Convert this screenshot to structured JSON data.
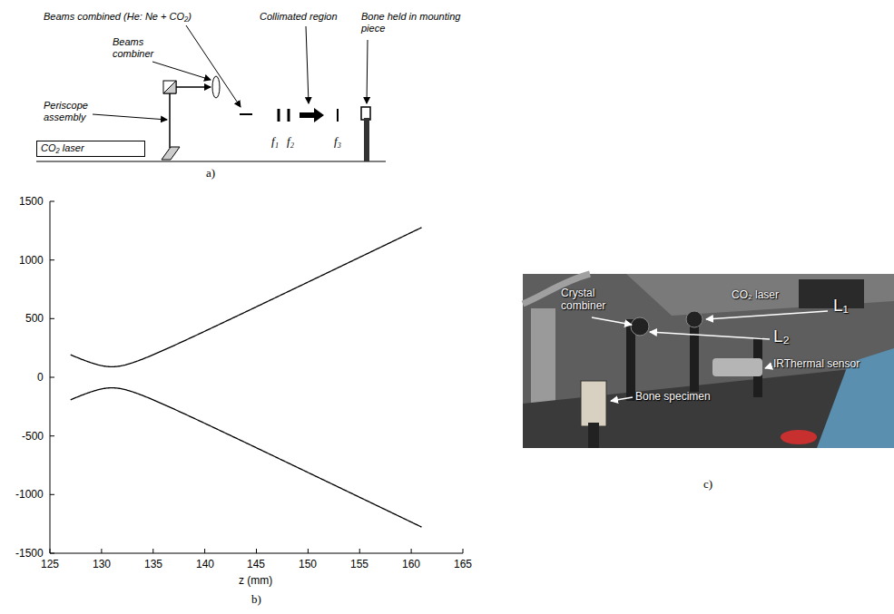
{
  "diagram": {
    "nodes": [
      {
        "text": [
          "CO₂ laser"
        ]
      }
    ],
    "labels": [
      "Beams combined (He: Ne + CO₂)",
      "Beams combiner",
      "Periscope assembly",
      "Collimated region",
      "Bone held in mounting piece",
      "f₁",
      "f₂",
      "f₃",
      "a)",
      "1500",
      "1000",
      "500",
      "0",
      "-500",
      "-1000",
      "-1500",
      "125",
      "130",
      "135",
      "140",
      "145",
      "150",
      "155",
      "160",
      "165",
      "z (mm)",
      "b)",
      "Crystal combiner",
      "CO₂ laser",
      "L₁",
      "L₂",
      "IRThermal sensor",
      "Bone specimen",
      "c)"
    ]
  }
}
